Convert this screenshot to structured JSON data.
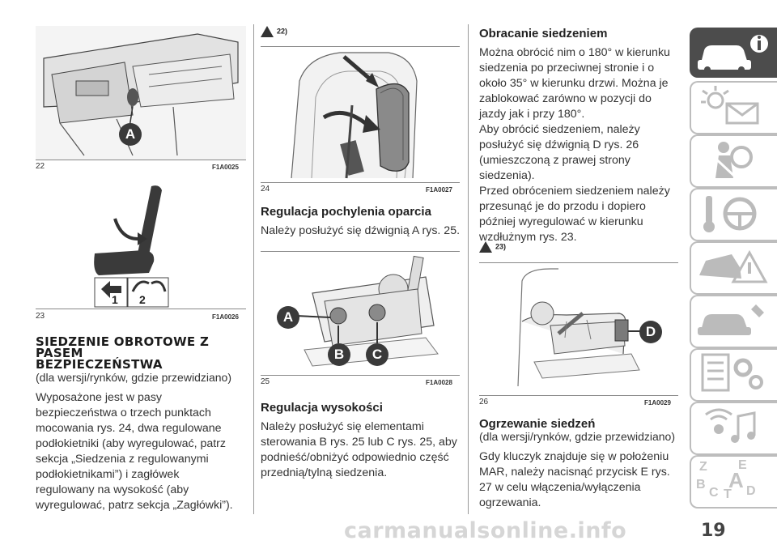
{
  "figures": {
    "f22": {
      "num": "22",
      "code": "F1A0025",
      "callout": "A"
    },
    "f23": {
      "num": "23",
      "code": "F1A0026",
      "label1": "1",
      "label2": "2"
    },
    "f24": {
      "num": "24",
      "code": "F1A0027"
    },
    "f25": {
      "num": "25",
      "code": "F1A0028",
      "calloutA": "A",
      "calloutB": "B",
      "calloutC": "C"
    },
    "f26": {
      "num": "26",
      "code": "F1A0029",
      "calloutD": "D"
    }
  },
  "col1": {
    "heading_line1": "SIEDZENIE OBROTOWE Z",
    "heading_line2": "PASEM",
    "heading_line3": "BEZPIECZEŃSTWA",
    "subtitle": "(dla wersji/rynków, gdzie przewidziano)",
    "lines": [
      "Wyposażone jest w pasy",
      "bezpieczeństwa o trzech punktach",
      "mocowania rys. 24, dwa regulowane",
      "podłokietniki (aby wyregulować, patrz",
      "sekcja „Siedzenia z regulowanymi",
      "podłokietnikami”) i zagłówek",
      "regulowany na wysokość (aby",
      "wyregulować, patrz sekcja „Zagłówki”)."
    ]
  },
  "col2": {
    "warn1": "22)",
    "h1": "Regulacja pochylenia oparcia",
    "p1": "Należy posłużyć się dźwignią A rys. 25.",
    "h2": "Regulacja wysokości",
    "p2_lines": [
      "Należy posłużyć się elementami",
      "sterowania B rys. 25 lub C rys. 25, aby",
      "podnieść/obniżyć odpowiednio część",
      "przednią/tylną siedzenia."
    ]
  },
  "col3": {
    "h1": "Obracanie siedzeniem",
    "p1_lines": [
      "Można obrócić nim o 180° w kierunku",
      "siedzenia po przeciwnej stronie i o",
      "około 35° w kierunku drzwi. Można je",
      "zablokować zarówno w pozycji do",
      "jazdy jak i przy 180°.",
      "Aby obrócić siedzeniem, należy",
      "posłużyć się dźwignią D rys. 26",
      "(umieszczoną z prawej strony",
      "siedzenia).",
      "Przed obróceniem siedzeniem należy",
      "przesunąć je do przodu i dopiero",
      "później wyregulować w kierunku",
      "wzdłużnym rys. 23."
    ],
    "warn2": "23)",
    "h2": "Ogrzewanie siedzeń",
    "subtitle2": "(dla wersji/rynków, gdzie przewidziano)",
    "p2_lines": [
      "Gdy kluczyk znajduje się w położeniu",
      "MAR, należy nacisnąć przycisk E rys.",
      "27 w celu włączenia/wyłączenia",
      "ogrzewania."
    ]
  },
  "sidebar": {
    "tabs": [
      {
        "icon": "car-info-icon",
        "active": true
      },
      {
        "icon": "lights-mail-icon",
        "active": false
      },
      {
        "icon": "airbag-safety-icon",
        "active": false
      },
      {
        "icon": "key-steering-icon",
        "active": false
      },
      {
        "icon": "car-accident-icon",
        "active": false
      },
      {
        "icon": "car-service-icon",
        "active": false
      },
      {
        "icon": "checklist-gears-icon",
        "active": false
      },
      {
        "icon": "multimedia-icon",
        "active": false
      },
      {
        "icon": "alphabet-index-icon",
        "active": false
      }
    ],
    "letters": {
      "z": "Z",
      "e": "E",
      "b": "B",
      "a": "A",
      "c": "C",
      "t": "T",
      "d": "D"
    }
  },
  "page_number": "19",
  "watermark": "carmanualsonline.info"
}
